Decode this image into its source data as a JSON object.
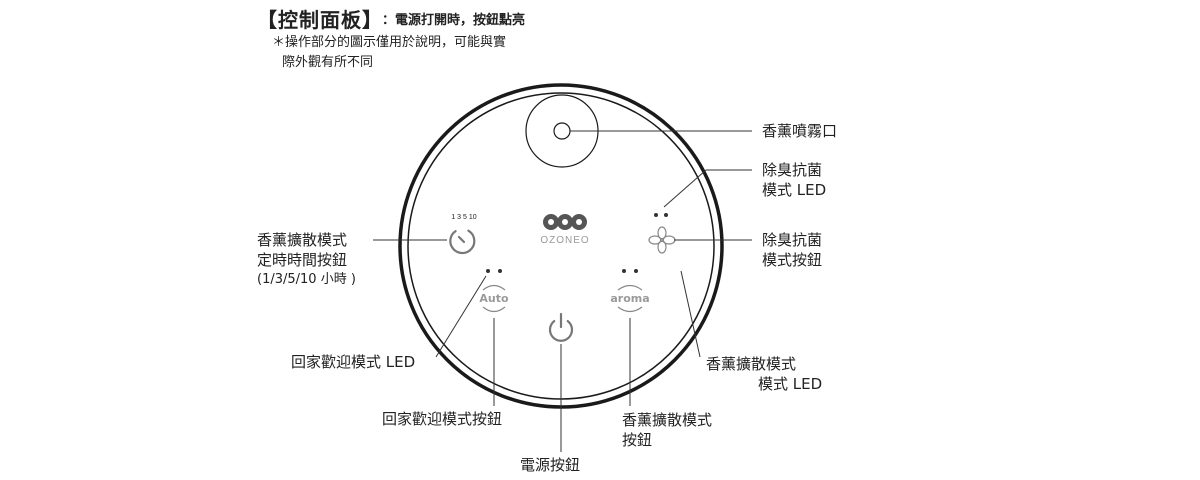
{
  "header": {
    "title": "【控制面板】",
    "subtitle": "：電源打開時，按鈕點亮",
    "note_line1": "＊操作部分的圖示僅用於說明，可能與實",
    "note_line2": "際外觀有所不同"
  },
  "device": {
    "timer_ticks": "1 3 5 10",
    "brand": "OZONEO",
    "auto_label": "Auto",
    "aroma_label": "aroma"
  },
  "labels": {
    "aroma_outlet": "香薰噴霧口",
    "deodorize_led_1": "除臭抗菌",
    "deodorize_led_2": "模式 LED",
    "deodorize_btn_1": "除臭抗菌",
    "deodorize_btn_2": "模式按鈕",
    "timer_1": "香薰擴散模式",
    "timer_2": "定時時間按鈕",
    "timer_3": "(1/3/5/10 小時 )",
    "home_led": "回家歡迎模式 LED",
    "home_btn": "回家歡迎模式按鈕",
    "power_btn": "電源按鈕",
    "aroma_btn_1": "香薰擴散模式",
    "aroma_btn_2": "按鈕",
    "aroma_led_1": "香薰擴散模式",
    "aroma_led_2": "模式 LED"
  },
  "colors": {
    "device_ring": "#1a1a1a",
    "icon_gray": "#9a9a9a",
    "line": "#333333"
  }
}
